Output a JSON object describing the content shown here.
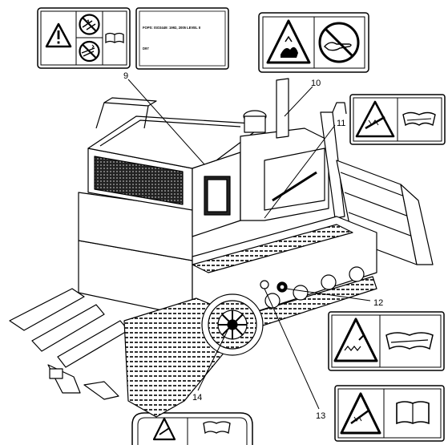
{
  "callouts": {
    "c9": "9",
    "c10": "10",
    "c11": "11",
    "c12": "12",
    "c13": "13",
    "c14": "14"
  },
  "fops_label": {
    "line1": "FOPS:    ISO3449: 1992, 2005 LEVEL II",
    "line2": "D97"
  },
  "icons": [
    "exclamation-warning-icon",
    "no-welding-icon",
    "no-cutting-icon",
    "manual-book-icon",
    "hand-crush-warning-icon",
    "no-hand-symbol-icon",
    "spring-pressure-warning-icon",
    "hand-manual-icon",
    "open-book-icon"
  ]
}
